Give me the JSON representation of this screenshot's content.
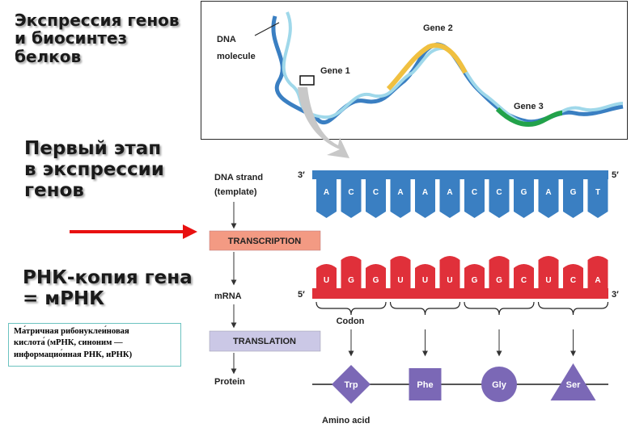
{
  "slide": {
    "title_lines": [
      "Экспрессия генов",
      "и биосинтез",
      "белков"
    ],
    "stage_lines": [
      "Первый этап",
      "в экспрессии",
      "генов"
    ],
    "rna_copy_lines": [
      "РНК-копия гена",
      "= мРНК"
    ],
    "note_lines": [
      "Ма́тричная рибонуклеи́новая",
      "кислота́ (мРНК, синоним —",
      "информацио́нная РНК, иРНК)"
    ]
  },
  "top_panel": {
    "dna_label_lines": [
      "DNA",
      "molecule"
    ],
    "gene1": "Gene 1",
    "gene2": "Gene 2",
    "gene3": "Gene 3"
  },
  "flow": {
    "dna_strand_lines": [
      "DNA strand",
      "(template)"
    ],
    "transcription": "TRANSCRIPTION",
    "mrna": "mRNA",
    "translation": "TRANSLATION",
    "protein": "Protein"
  },
  "dna_strand": {
    "end_left": "3′",
    "end_right": "5′",
    "bases": [
      "A",
      "C",
      "C",
      "A",
      "A",
      "A",
      "C",
      "C",
      "G",
      "A",
      "G",
      "T"
    ]
  },
  "mrna_strand": {
    "end_left": "5′",
    "end_right": "3′",
    "bases": [
      "U",
      "G",
      "G",
      "U",
      "U",
      "U",
      "G",
      "G",
      "C",
      "U",
      "C",
      "A"
    ],
    "codon_label": "Codon"
  },
  "amino_acids": {
    "label": "Amino acid",
    "items": [
      {
        "name": "Trp",
        "shape": "diamond"
      },
      {
        "name": "Phe",
        "shape": "square"
      },
      {
        "name": "Gly",
        "shape": "circle"
      },
      {
        "name": "Ser",
        "shape": "triangle"
      }
    ],
    "color": "#7b68b6"
  },
  "colors": {
    "dna": "#3a7fc2",
    "mrna": "#e0303a",
    "transcription_box": "#f39a83",
    "translation_box": "#cbc8e6",
    "arrow": "#e81010",
    "gene1": "#3a7fc2",
    "gene2": "#f0c040",
    "gene3": "#22a24a",
    "helix_light": "#9fd8ea"
  }
}
